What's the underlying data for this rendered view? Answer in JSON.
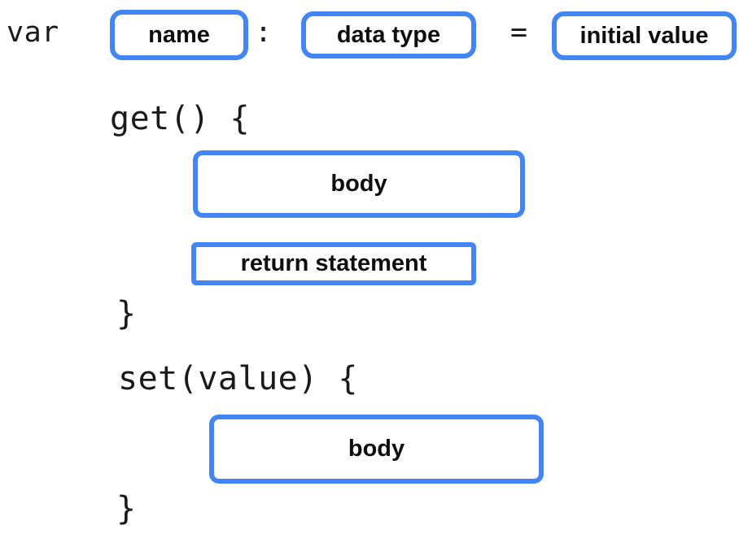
{
  "colors": {
    "accent": "#4285f4",
    "text": "#1a1a1a",
    "background": "#ffffff"
  },
  "diagram_type": "variable-declaration-syntax",
  "declaration": {
    "keyword": "var",
    "name_slot": "name",
    "colon": ":",
    "type_slot": "data type",
    "equals": "=",
    "initial_slot": "initial value"
  },
  "getter": {
    "header": "get() {",
    "body_slot": "body",
    "return_slot": "return statement",
    "closing_brace": "}"
  },
  "setter": {
    "header": "set(value) {",
    "body_slot": "body",
    "closing_brace": "}"
  }
}
